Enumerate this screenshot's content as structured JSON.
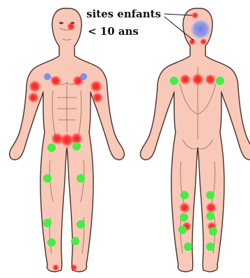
{
  "annotation": {
    "line1": "sites enfants",
    "line2": "< 10 ans"
  },
  "colors": {
    "skin": "#f8c9b8",
    "outline": "#4a2e2a",
    "muscle_line": "#b07a6c",
    "red_site": "#ee2222",
    "green_site": "#44ee44",
    "blue_site": "#7f90e6",
    "leader_line": "#111111"
  },
  "legend_meaning": {
    "red": "red-site",
    "green": "green-site",
    "blue": "blue-site"
  }
}
